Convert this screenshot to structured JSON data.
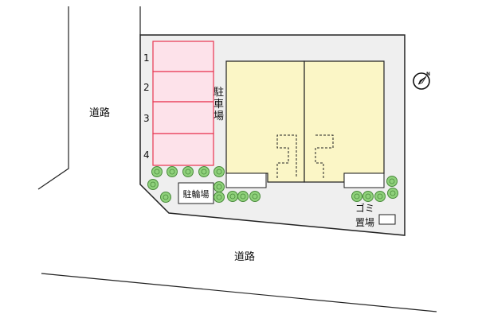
{
  "labels": {
    "road_west": "道路",
    "road_south": "道路",
    "parking_chars": [
      "駐",
      "車",
      "場"
    ],
    "parking_numbers": [
      "1",
      "2",
      "3",
      "4"
    ],
    "bicycle_parking": "駐輪場",
    "garbage_top": "ゴミ",
    "garbage_bottom": "置場",
    "compass_letter": "N"
  },
  "colors": {
    "parking_fill": "#fde2ea",
    "parking_stroke": "#e8344f",
    "building_fill": "#fbf6c6",
    "lot_fill": "#efefef",
    "shrub_fill": "#8fd17b",
    "shrub_stroke": "#4a8a3c",
    "line": "#222222"
  },
  "icons": {
    "compass": "compass-north-icon",
    "shrub": "shrub-icon"
  }
}
